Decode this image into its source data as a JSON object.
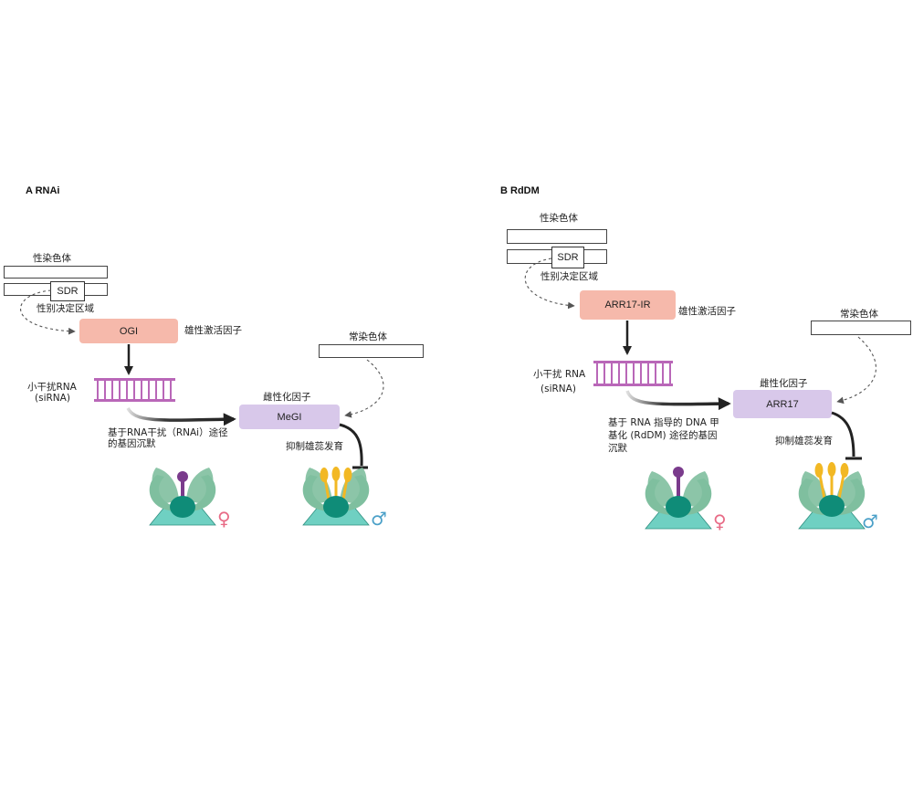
{
  "panel_a": {
    "title": "A RNAi",
    "sex_chromosome": "性染色体",
    "sdr": "SDR",
    "sdr_label": "性别决定区域",
    "ogi": "OGI",
    "male_activator": "雄性激活因子",
    "sirna_line1": "小干扰RNA",
    "sirna_line2": "(siRNA)",
    "autosome": "常染色体",
    "feminizing_factor": "雌性化因子",
    "megi": "MeGI",
    "silencing_line1": "基于RNA干扰（RNAi）途径",
    "silencing_line2": "的基因沉默",
    "suppress_stamen": "抑制雄蕊发育"
  },
  "panel_b": {
    "title": "B RdDM",
    "sex_chromosome": "性染色体",
    "sdr": "SDR",
    "sdr_label": "性别决定区域",
    "arr17ir": "ARR17-IR",
    "male_activator": "雄性激活因子",
    "sirna_line1": "小干扰 RNA",
    "sirna_line2": "(siRNA)",
    "autosome": "常染色体",
    "feminizing_factor": "雌性化因子",
    "arr17": "ARR17",
    "methylation_line1": "基于 RNA 指导的 DNA 甲",
    "methylation_line2": "基化 (RdDM) 途径的基因",
    "methylation_line3": "沉默",
    "suppress_stamen": "抑制雄蕊发育"
  },
  "symbols": {
    "female": "♀",
    "male": "♂"
  },
  "colors": {
    "activator_box": "#f6b9ab",
    "factor_box": "#d8c8ea",
    "sirna": "#b967b8",
    "petal": "#7fbf9f",
    "ovary": "#0f8c78",
    "receptacle": "#6fd0c2",
    "pistil": "#7a3b8c",
    "stamen": "#f2b824",
    "female_symbol": "#e86b86",
    "male_symbol": "#4ba0c8"
  }
}
